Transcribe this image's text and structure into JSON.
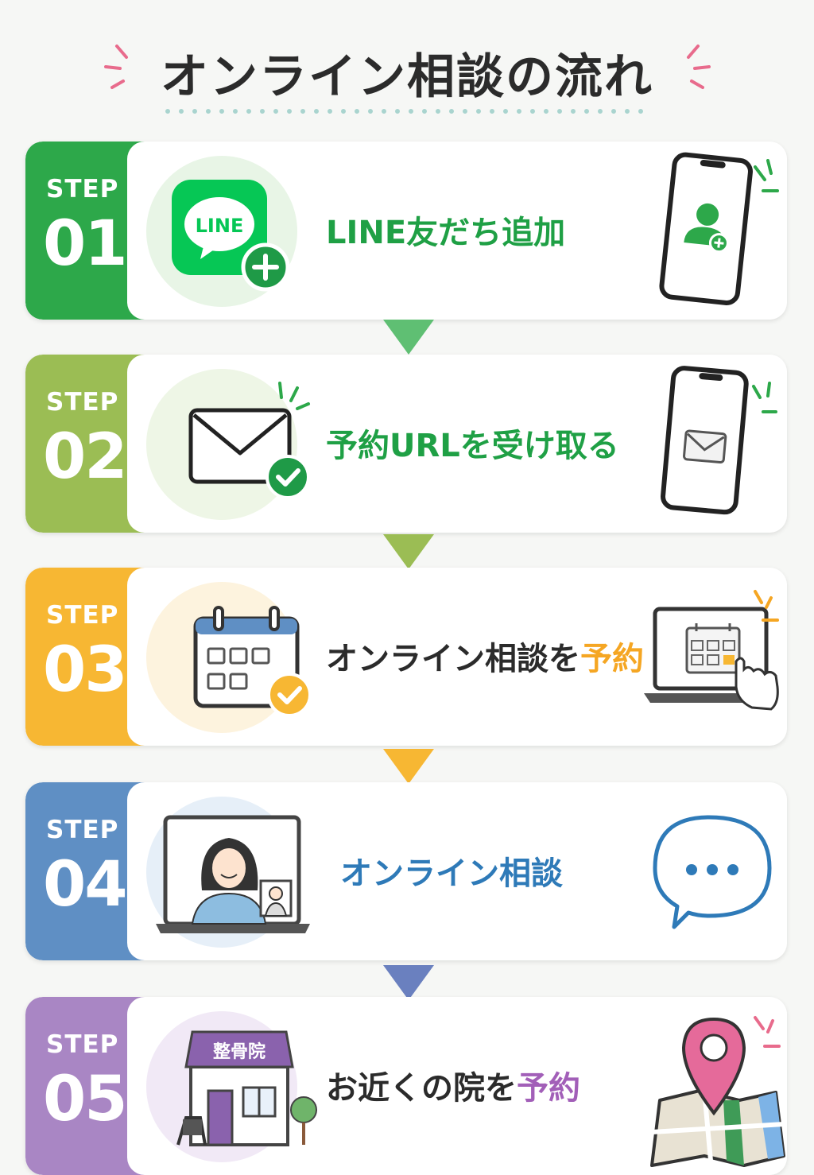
{
  "title": "オンライン相談の流れ",
  "colors": {
    "step1": "#2da84a",
    "step2": "#9bbd54",
    "step3": "#f7b733",
    "step4": "#5f8fc4",
    "step5": "#a986c4",
    "line_green": "#06c755",
    "text_dark": "#2b2b2b",
    "step4_text": "#2e7ab8",
    "accent_orange": "#f5a623",
    "accent_purple": "#a25fb8"
  },
  "steps": [
    {
      "step_label": "STEP",
      "number": "01",
      "text": "LINE友だち追加",
      "left_icon": "line-app-add-icon",
      "right_icon": "smartphone-add-friend-icon",
      "line_logo_text": "LINE"
    },
    {
      "step_label": "STEP",
      "number": "02",
      "text_main": "予約URLを受け取る",
      "left_icon": "mail-check-icon",
      "right_icon": "smartphone-mail-icon"
    },
    {
      "step_label": "STEP",
      "number": "03",
      "text_main": "オンライン相談を",
      "text_accent": "予約",
      "left_icon": "calendar-check-icon",
      "right_icon": "laptop-calendar-tap-icon"
    },
    {
      "step_label": "STEP",
      "number": "04",
      "text": "オンライン相談",
      "left_icon": "video-call-icon",
      "right_icon": "speech-bubble-icon"
    },
    {
      "step_label": "STEP",
      "number": "05",
      "text_main": "お近くの院を",
      "text_accent": "予約",
      "left_icon": "clinic-building-icon",
      "right_icon": "map-pin-icon",
      "clinic_sign": "整骨院"
    }
  ]
}
